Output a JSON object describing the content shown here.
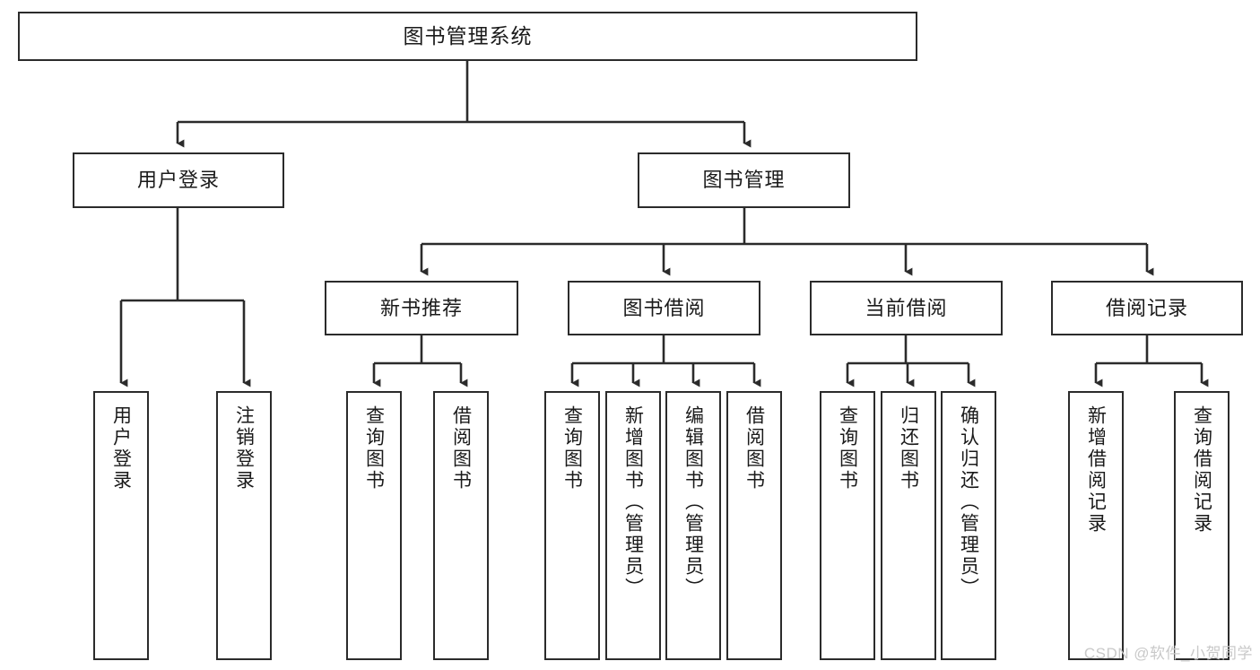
{
  "diagram": {
    "title": "图书管理系统",
    "watermark": "CSDN @软件_小贺同学",
    "type": "tree-hierarchy",
    "colors": {
      "background": "#ffffff",
      "box_border": "#2b2b2b",
      "box_fill": "#ffffff",
      "connector": "#2b2b2b",
      "text": "#1a1a1a",
      "watermark": "#c9c9c9"
    },
    "root": {
      "label": "图书管理系统"
    },
    "level1": [
      {
        "label": "用户登录"
      },
      {
        "label": "图书管理"
      }
    ],
    "level2": [
      {
        "label": "新书推荐"
      },
      {
        "label": "图书借阅"
      },
      {
        "label": "当前借阅"
      },
      {
        "label": "借阅记录"
      }
    ],
    "leaves": {
      "user_login": [
        {
          "label": "用户登录"
        },
        {
          "label": "注销登录"
        }
      ],
      "new_book_recommend": [
        {
          "label": "查询图书"
        },
        {
          "label": "借阅图书"
        }
      ],
      "book_borrow": [
        {
          "label": "查询图书"
        },
        {
          "label": "新增图书（管理员）"
        },
        {
          "label": "编辑图书（管理员）"
        },
        {
          "label": "借阅图书"
        }
      ],
      "current_borrow": [
        {
          "label": "查询图书"
        },
        {
          "label": "归还图书"
        },
        {
          "label": "确认归还（管理员）"
        }
      ],
      "borrow_record": [
        {
          "label": "新增借阅记录"
        },
        {
          "label": "查询借阅记录"
        }
      ]
    }
  }
}
